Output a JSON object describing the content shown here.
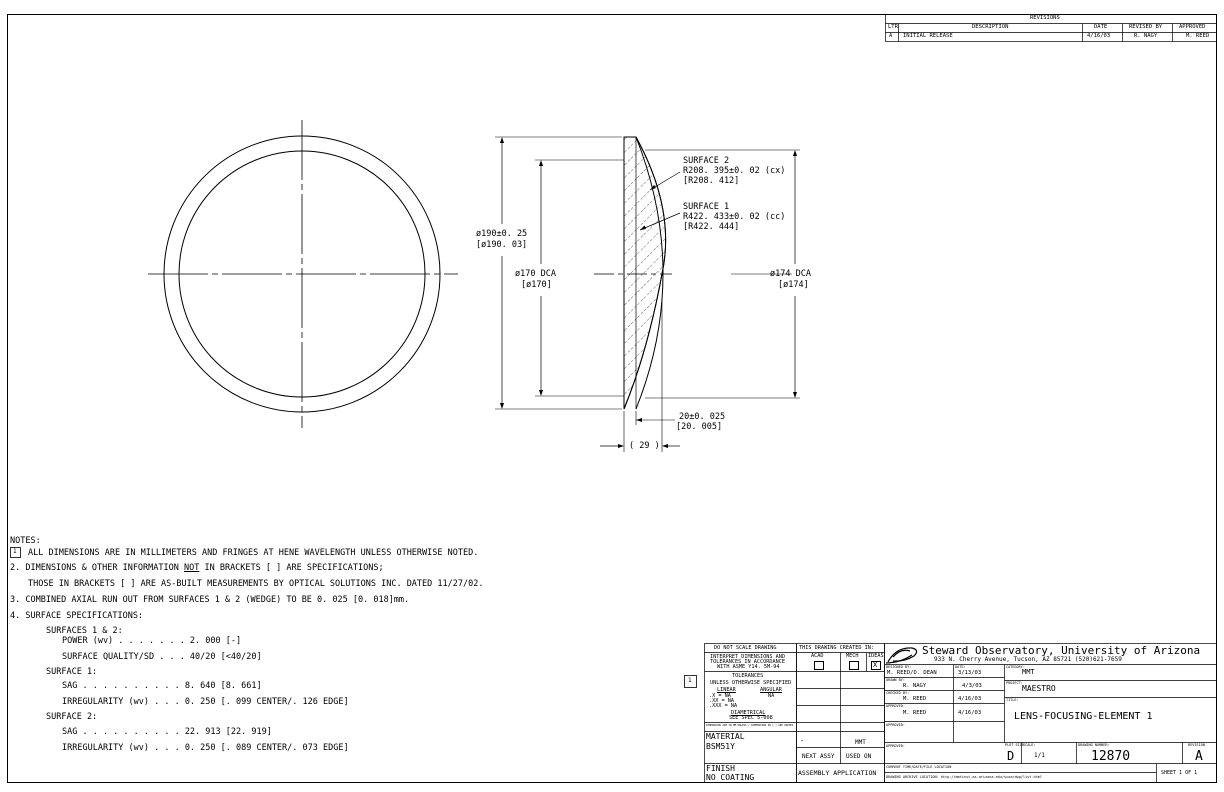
{
  "revisions": {
    "title": "REVISIONS",
    "headers": [
      "LTR",
      "DESCRIPTION",
      "DATE",
      "REVISED BY",
      "APPROVED"
    ],
    "rows": [
      [
        "A",
        "INITIAL RELEASE",
        "4/16/03",
        "R. NAGY",
        "M. REED"
      ]
    ]
  },
  "dimensions": {
    "surface2": [
      "SURFACE 2",
      "R208. 395±0. 02 (cx)",
      "[R208. 412]"
    ],
    "surface1": [
      "SURFACE 1",
      "R422. 433±0. 02 (cc)",
      "[R422. 444]"
    ],
    "outer_dia": [
      "ø190±0. 25",
      "[ø190. 03]"
    ],
    "dca_left": [
      "ø170 DCA",
      "[ø170]"
    ],
    "dca_right": [
      "ø174 DCA",
      "[ø174]"
    ],
    "thickness": [
      "20±0. 025",
      "[20. 005]"
    ],
    "edge": "( 29 )"
  },
  "notes": {
    "heading": "NOTES:",
    "n1_num": "1",
    "n1": "ALL DIMENSIONS ARE IN MILLIMETERS AND FRINGES AT HENE WAVELENGTH UNLESS OTHERWISE NOTED.",
    "n2_a": "2.  DIMENSIONS & OTHER INFORMATION ",
    "n2_not": "NOT",
    "n2_b": " IN BRACKETS [ ] ARE SPECIFICATIONS;",
    "n2_line2": "THOSE IN BRACKETS [ ] ARE AS-BUILT MEASUREMENTS BY OPTICAL SOLUTIONS INC.  DATED 11/27/02.",
    "n3": "3.  COMBINED AXIAL RUN OUT FROM SURFACES 1 & 2 (WEDGE) TO BE 0. 025 [0. 018]mm.",
    "n4": "4.  SURFACE SPECIFICATIONS:",
    "s12": "SURFACES 1 & 2:",
    "power": "POWER (wv) . . . . . . . 2. 000 [-]",
    "quality": "SURFACE QUALITY/SD . . .  40/20 [<40/20]",
    "s1": "SURFACE 1:",
    "sag1": "SAG  . . . . . . . . . . 8. 640 [8. 661]",
    "irr1": "IRREGULARITY (wv)   . . . 0. 250 [. 099 CENTER/. 126 EDGE]",
    "s2": "SURFACE 2:",
    "sag2": "SAG  . . . . . . . . . . 22. 913 [22. 919]",
    "irr2": "IRREGULARITY (wv)   . . . 0. 250 [. 089 CENTER/. 073 EDGE]"
  },
  "title_block": {
    "marker": "1",
    "do_not_scale": "DO NOT SCALE DRAWING",
    "interpret": [
      "INTERPRET DIMENSIONS AND",
      "TOLERANCES IN ACCORDANCE",
      "WITH ASME Y14. 5M-94"
    ],
    "tolerances": "TOLERANCES",
    "unless": "UNLESS OTHERWISE SPECIFIED",
    "linear": "LINEAR",
    "angular": "ANGULAR",
    "tol_lines": [
      ".X   = NA",
      ".XX  = NA",
      ".XXX = NA"
    ],
    "ang_na": "NA",
    "diametrical": "DIAMETRICAL",
    "see_spec": "SEE SPEC 5-008",
    "fine_print": "DIMENSIONS ARE IN MM UNLESS / DIMENSIONS IN [ ] ARE INCHES",
    "created_in": "THIS DRAWING CREATED IN:",
    "sw": [
      "ACAD",
      "MECH",
      "IDEAS"
    ],
    "material_label": "MATERIAL",
    "material": "BSM51Y",
    "dash": "-",
    "mmt_small": "MMT",
    "next_assy": "NEXT ASSY",
    "used_on": "USED ON",
    "finish_label": "FINISH",
    "finish": "NO COATING",
    "assembly": "ASSEMBLY APPLICATION",
    "org_name": "Steward Observatory, University of Arizona",
    "org_addr": "933 N. Cherry Avenue, Tucson, AZ  85721   (520)621-7659",
    "designed_label": "DESIGNED BY:",
    "designed": "M. REED/D. DEAN",
    "date_label": "DATE:",
    "designed_date": "3/13/03",
    "category_label": "CATEGORY:",
    "category": "MMT",
    "drawn_label": "DRAWN BY:",
    "drawn": "R. NAGY",
    "drawn_date": "4/3/03",
    "project_label": "PROJECT:",
    "project": "MAESTRO",
    "checked_label": "CHECKED BY:",
    "checked": "M. REED",
    "checked_date": "4/16/03",
    "title_label": "TITLE:",
    "approved_label": "APPROVED:",
    "approved1": "M. REED",
    "approved1_date": "4/16/03",
    "title": "LENS-FOCUSING-ELEMENT 1",
    "approved2_label": "APPROVED:",
    "approved3_label": "APPROVED:",
    "plot_size_label": "PLOT SIZE",
    "plot_size": "D",
    "scale_label": "SCALE:",
    "scale": "1/1",
    "dwg_label": "DRAWING NUMBER:",
    "dwg": "12870",
    "revision_label": "REVISION",
    "revision": "A",
    "current_label": "CURRENT TIME/DATE/FILE LOCATION",
    "archive": "DRAWING ARCHIVE LOCATION: http://mmtinst.as.arizona.edu/scoa/dwg/list.html",
    "sheet": "SHEET 1 OF 1"
  }
}
